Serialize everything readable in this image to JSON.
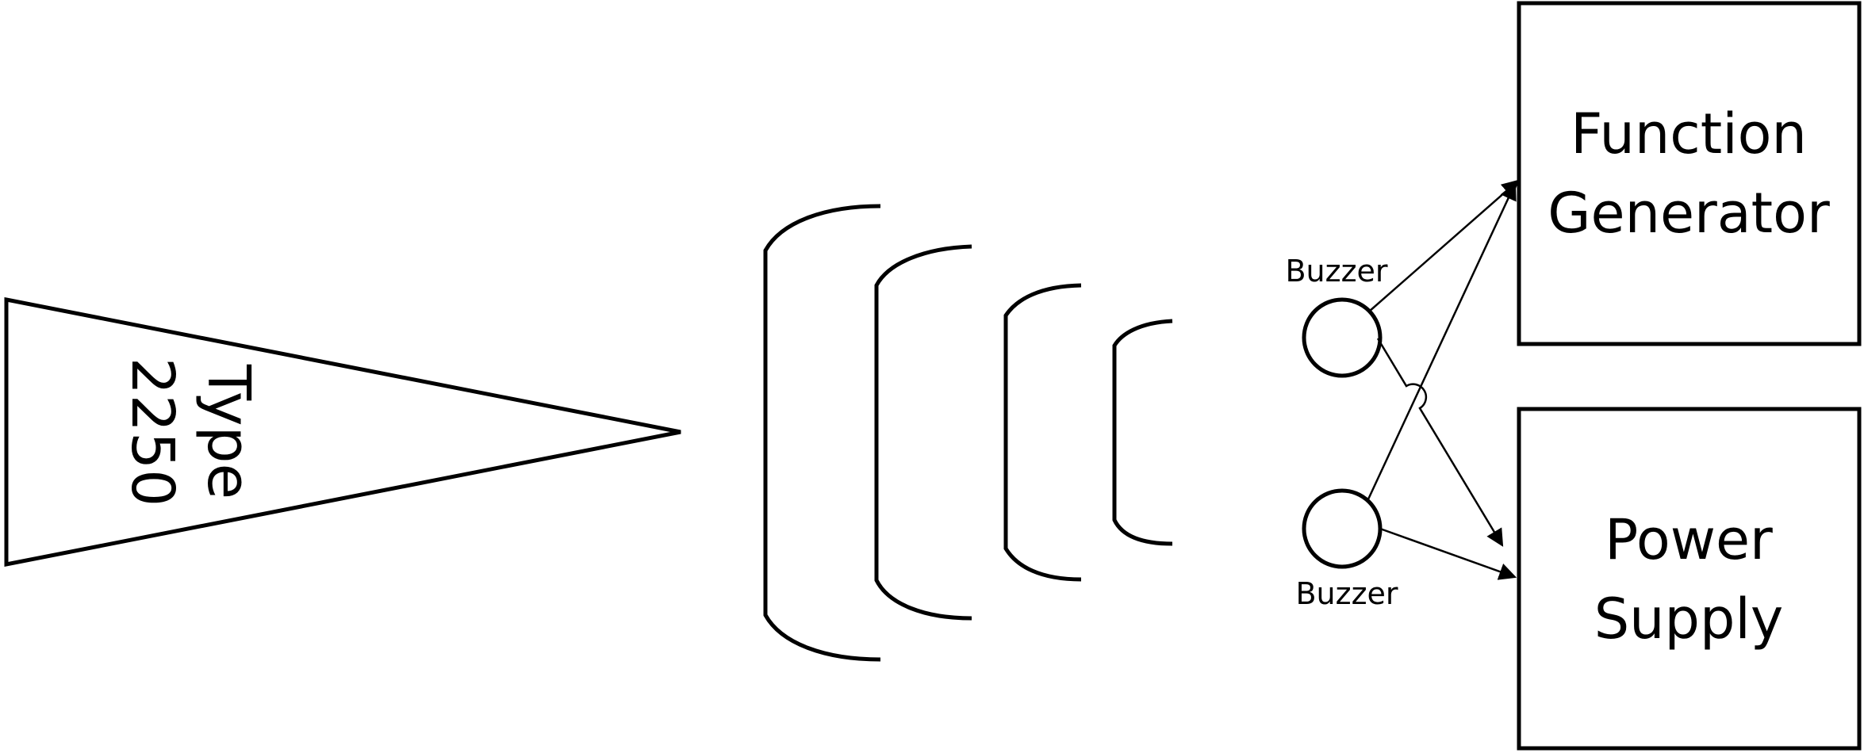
{
  "meter": {
    "label_line1": "Type",
    "label_line2": "2250"
  },
  "buzzers": [
    {
      "label": "Buzzer"
    },
    {
      "label": "Buzzer"
    }
  ],
  "function_generator": {
    "line1": "Function",
    "line2": "Generator"
  },
  "power_supply": {
    "line1": "Power",
    "line2": "Supply"
  },
  "icons": {
    "sound_waves": "sound-wave-arcs",
    "meter": "sound-level-meter-triangle"
  },
  "colors": {
    "line": "#000000",
    "background": "#ffffff"
  }
}
